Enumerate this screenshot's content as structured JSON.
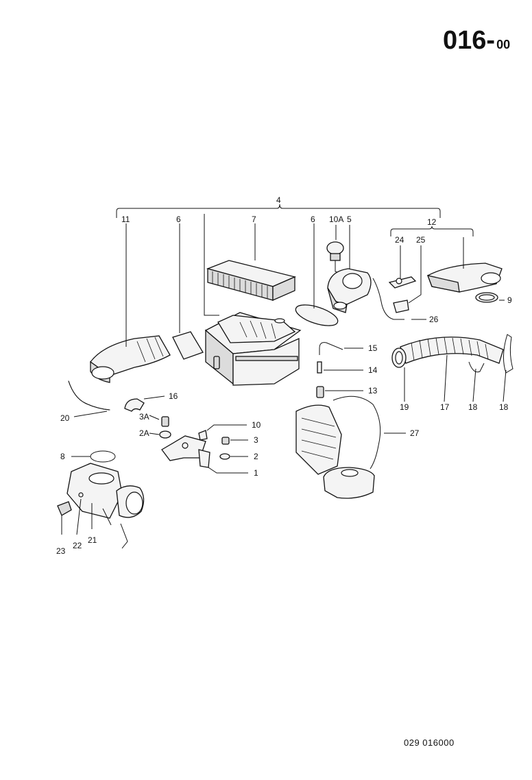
{
  "header": {
    "page_code": "016",
    "page_code_sub": "00",
    "separator": "-"
  },
  "footer": {
    "drawing_number": "029  016000"
  },
  "callouts": {
    "c1": "1",
    "c2": "2",
    "c2a": "2A",
    "c3": "3",
    "c3a": "3A",
    "c4": "4",
    "c5": "5",
    "c6a": "6",
    "c6b": "6",
    "c7": "7",
    "c8": "8",
    "c9": "9",
    "c10": "10",
    "c10a": "10A",
    "c11": "11",
    "c12": "12",
    "c13": "13",
    "c14": "14",
    "c15": "15",
    "c16": "16",
    "c17": "17",
    "c18a": "18",
    "c18b": "18",
    "c19": "19",
    "c20": "20",
    "c21": "21",
    "c22": "22",
    "c23": "23",
    "c24": "24",
    "c25": "25",
    "c26": "26",
    "c27": "27"
  }
}
